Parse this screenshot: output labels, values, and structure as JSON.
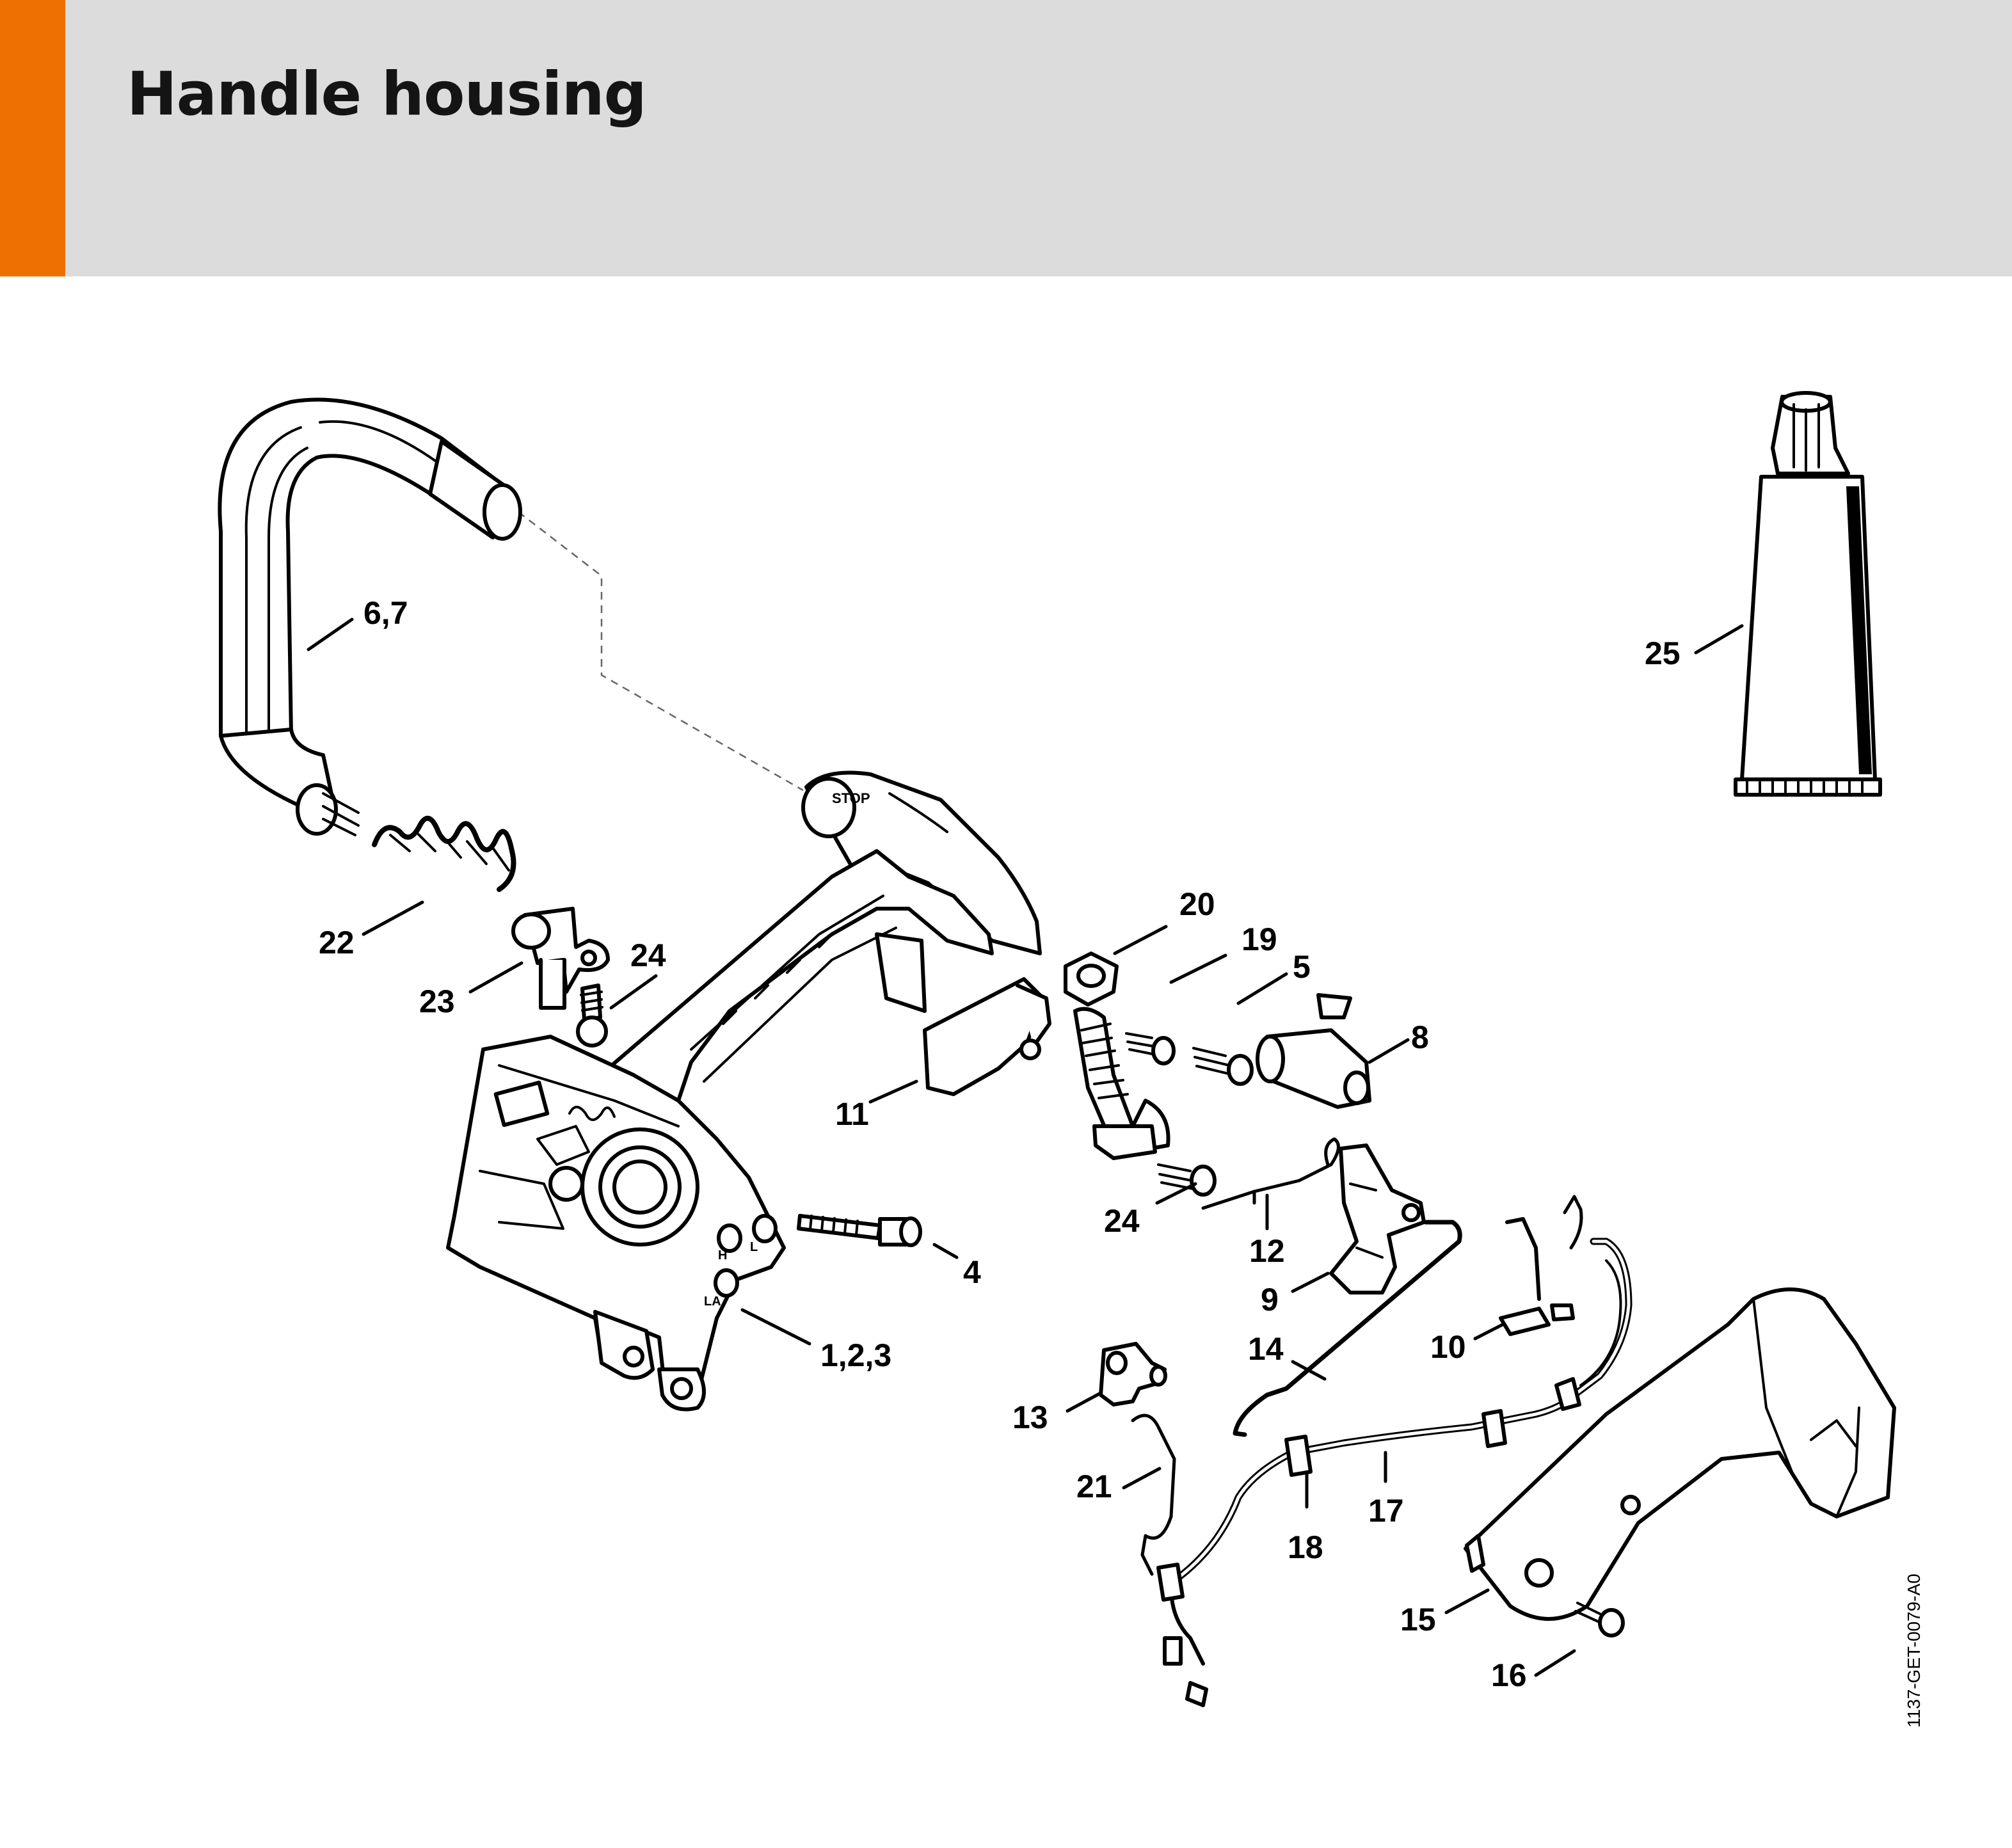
{
  "header": {
    "title": "Handle housing",
    "accent_color": "#ee7000",
    "background_color": "#dcdcdc"
  },
  "diagram": {
    "doc_id": "1137-GET-0079-A0",
    "housing_markings": {
      "stop": "STOP",
      "h": "H",
      "l": "L",
      "la": "LA"
    },
    "callouts": [
      {
        "id": "c-6-7",
        "label": "6,7"
      },
      {
        "id": "c-25",
        "label": "25"
      },
      {
        "id": "c-22",
        "label": "22"
      },
      {
        "id": "c-23",
        "label": "23"
      },
      {
        "id": "c-24a",
        "label": "24"
      },
      {
        "id": "c-20",
        "label": "20"
      },
      {
        "id": "c-19",
        "label": "19"
      },
      {
        "id": "c-5",
        "label": "5"
      },
      {
        "id": "c-8",
        "label": "8"
      },
      {
        "id": "c-11",
        "label": "11"
      },
      {
        "id": "c-24b",
        "label": "24"
      },
      {
        "id": "c-12",
        "label": "12"
      },
      {
        "id": "c-4",
        "label": "4"
      },
      {
        "id": "c-9",
        "label": "9"
      },
      {
        "id": "c-10",
        "label": "10"
      },
      {
        "id": "c-1-2-3",
        "label": "1,2,3"
      },
      {
        "id": "c-14",
        "label": "14"
      },
      {
        "id": "c-13",
        "label": "13"
      },
      {
        "id": "c-21",
        "label": "21"
      },
      {
        "id": "c-17",
        "label": "17"
      },
      {
        "id": "c-18",
        "label": "18"
      },
      {
        "id": "c-15",
        "label": "15"
      },
      {
        "id": "c-16",
        "label": "16"
      }
    ]
  }
}
